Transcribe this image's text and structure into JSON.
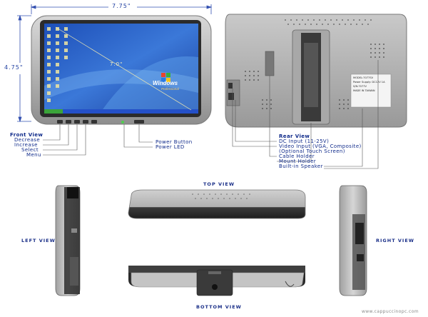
{
  "dimensions": {
    "width": "7.75\"",
    "height": "4.75\"",
    "diagonal": "7.0\""
  },
  "screen": {
    "os_logo_text": "Windows",
    "os_edition": "Professional"
  },
  "front_view": {
    "title": "Front View",
    "labels": [
      "Decrease",
      "Increase",
      "Select",
      "Menu"
    ],
    "power_labels": [
      "Power Button",
      "Power LED"
    ]
  },
  "rear_view": {
    "title": "Rear View",
    "labels": [
      "DC Input (11-25V)",
      "Video Input (VGA, Composite)",
      "(Optional Touch Screen)",
      "Cable Holder",
      "Mount Holder",
      "Built-in Speaker"
    ],
    "sticker": {
      "model": "MODEL:7077SV",
      "power_supply": "Power Supply: DC12V  1A",
      "serial": "S/N:7077V",
      "made_in": "MADE IN TAIWAN"
    }
  },
  "views": {
    "top": "TOP VIEW",
    "left": "LEFT VIEW",
    "right": "RIGHT VIEW",
    "bottom": "BOTTOM VIEW"
  },
  "watermark": "www.cappuccinopc.com"
}
